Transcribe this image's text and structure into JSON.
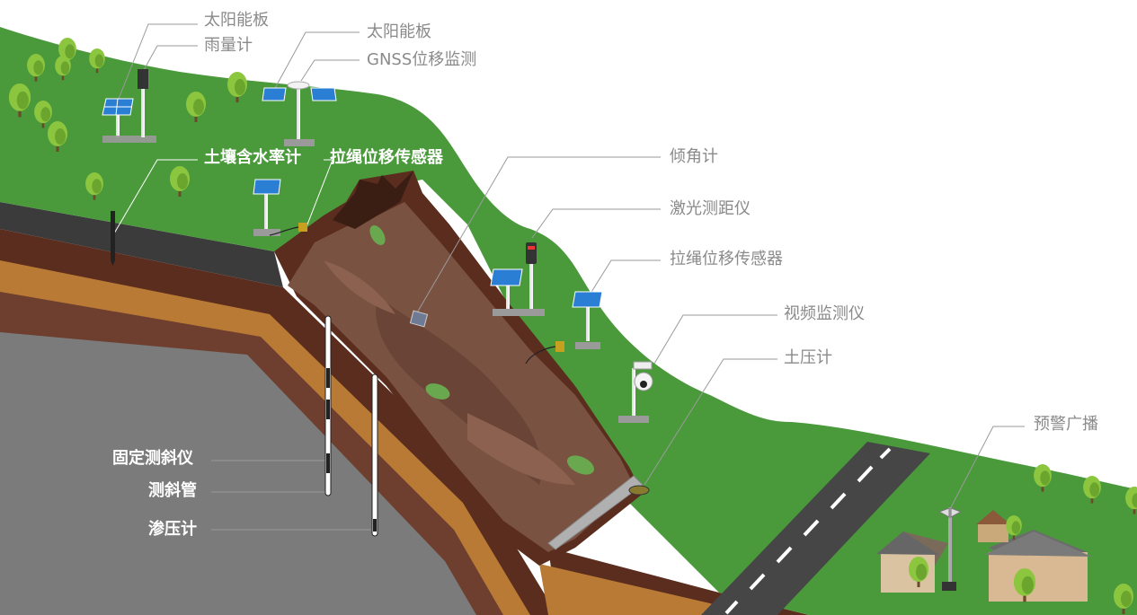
{
  "labels": {
    "solar_panel_1": "太阳能板",
    "rain_gauge": "雨量计",
    "solar_panel_2": "太阳能板",
    "gnss": "GNSS位移监测",
    "soil_moisture": "土壤含水率计",
    "wire_sensor_1": "拉绳位移传感器",
    "inclinometer": "倾角计",
    "laser_rangefinder": "激光测距仪",
    "wire_sensor_2": "拉绳位移传感器",
    "video_monitor": "视频监测仪",
    "earth_pressure": "土压计",
    "warning_broadcast": "预警广播",
    "fixed_inclinometer": "固定测斜仪",
    "inclinometer_tube": "测斜管",
    "piezometer": "渗压计"
  },
  "colors": {
    "grass": "#4a9a3c",
    "grass_dark": "#3f8a33",
    "asphalt_top": "#3c3c3c",
    "soil_dark": "#5a2d1e",
    "soil_orange": "#b87a35",
    "soil_brown": "#6e3f2e",
    "bedrock": "#7a7a7a",
    "slide_mass": "#7a5242",
    "road": "#4a4a4a",
    "callout_line": "#9a9a9a"
  },
  "icons": [
    "solar-panel-icon",
    "rain-gauge-icon",
    "gnss-antenna-icon",
    "soil-moisture-probe-icon",
    "wire-sensor-icon",
    "tilt-meter-icon",
    "laser-rangefinder-icon",
    "camera-icon",
    "earth-pressure-cell-icon",
    "siren-icon",
    "house-icon",
    "tree-icon"
  ]
}
